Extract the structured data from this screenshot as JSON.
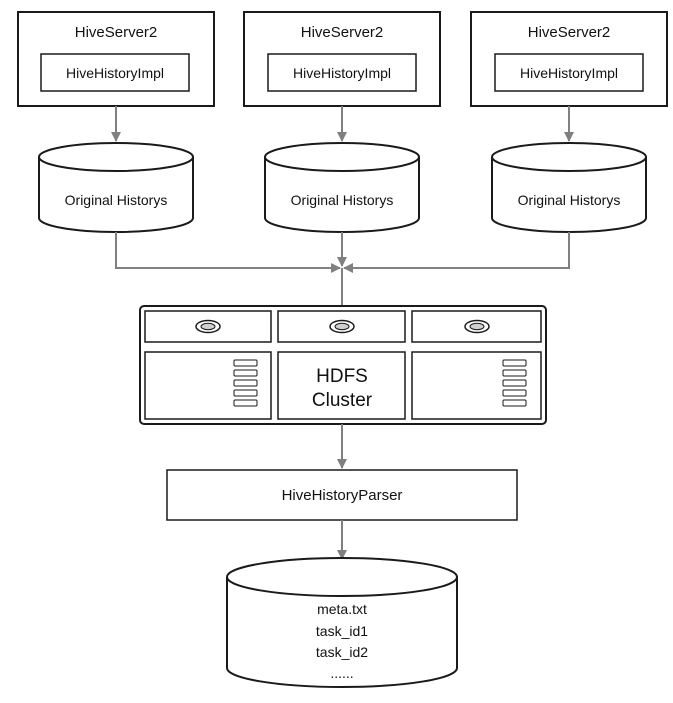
{
  "servers": [
    {
      "title": "HiveServer2",
      "inner": "HiveHistoryImpl",
      "storage": "Original Historys"
    },
    {
      "title": "HiveServer2",
      "inner": "HiveHistoryImpl",
      "storage": "Original Historys"
    },
    {
      "title": "HiveServer2",
      "inner": "HiveHistoryImpl",
      "storage": "Original Historys"
    }
  ],
  "cluster": {
    "line1": "HDFS",
    "line2": "Cluster"
  },
  "parser": {
    "label": "HiveHistoryParser"
  },
  "output": {
    "files": [
      "meta.txt",
      "task_id1",
      "task_id2",
      "......"
    ]
  },
  "colors": {
    "line": "#808080",
    "stroke": "#1a1a1a",
    "fill": "#ffffff"
  }
}
